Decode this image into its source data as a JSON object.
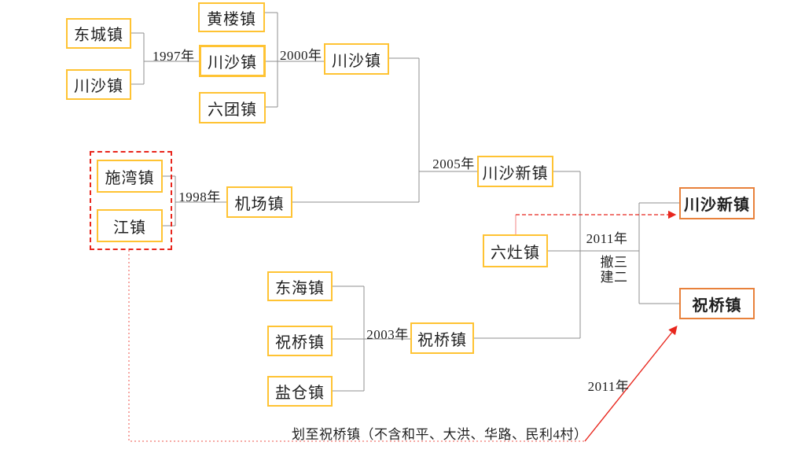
{
  "diagram": {
    "title_hint": "town-merger-flowchart",
    "nodes": {
      "dongcheng": "东城镇",
      "chuansha_a": "川沙镇",
      "huanglou": "黄楼镇",
      "chuansha_b": "川沙镇",
      "liutuan": "六团镇",
      "chuansha_c": "川沙镇",
      "shiwan": "施湾镇",
      "jiang": "江镇",
      "jichang": "机场镇",
      "chuanshaxin_a": "川沙新镇",
      "donghai": "东海镇",
      "zhuqiao_a": "祝桥镇",
      "yancang": "盐仓镇",
      "zhuqiao_b": "祝桥镇",
      "liuzao": "六灶镇",
      "chuanshaxin_b": "川沙新镇",
      "zhuqiao_c": "祝桥镇"
    },
    "labels": {
      "y1997": "1997年",
      "y2000": "2000年",
      "y1998": "1998年",
      "y2005": "2005年",
      "y2003": "2003年",
      "y2011_top": "2011年",
      "che_san": "撤三",
      "jian_er": "建二",
      "y2011_bottom": "2011年",
      "note": "划至祝桥镇（不含和平、大洪、华路、民利4村）"
    }
  },
  "colors": {
    "node_border": "#FFC333",
    "result_border": "#E8813B",
    "connector": "#8F8F8F",
    "red": "#E8261D",
    "red_soft": "#F59A9A",
    "text": "#1F1F1F",
    "bg": "#FFFFFF"
  }
}
